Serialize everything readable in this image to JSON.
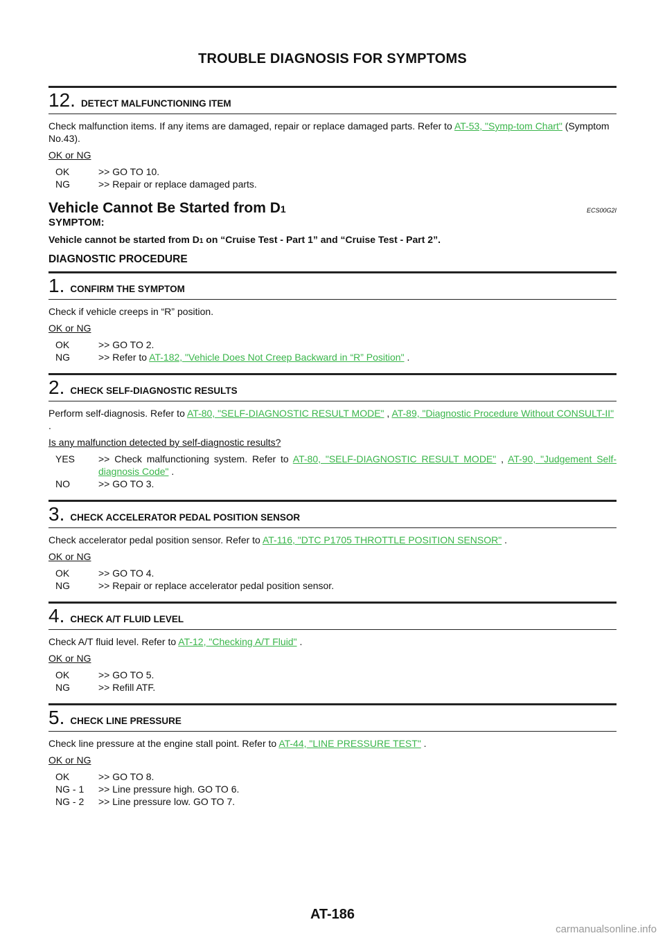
{
  "header": {
    "title": "TROUBLE DIAGNOSIS FOR SYMPTOMS"
  },
  "footer": {
    "page": "AT-186"
  },
  "watermark": "carmanualsonline.info",
  "step12": {
    "num": "12.",
    "title": "DETECT MALFUNCTIONING ITEM",
    "text_pre": "Check malfunction items. If any items are damaged, repair or replace damaged parts. Refer to ",
    "link": "AT-53, \"Symp-tom Chart\"",
    "text_post": " (Symptom No.43).",
    "question": "OK or NG",
    "options": [
      {
        "k": "OK",
        "v": ">> GO TO 10."
      },
      {
        "k": "NG",
        "v": ">> Repair or replace damaged parts."
      }
    ]
  },
  "section": {
    "title_pre": "Vehicle Cannot Be Started from D",
    "title_sub": "1",
    "code": "ECS00G2I",
    "symptom_label": "SYMPTOM:",
    "symptom_pre": "Vehicle cannot be started from D",
    "symptom_sub": "1",
    "symptom_post": " on “Cruise Test - Part 1” and “Cruise Test - Part 2”.",
    "procedure": "DIAGNOSTIC PROCEDURE"
  },
  "step1": {
    "num": "1.",
    "title": "CONFIRM THE SYMPTOM",
    "text": "Check if vehicle creeps in “R” position.",
    "question": "OK or NG",
    "ok": {
      "k": "OK",
      "v": ">> GO TO 2."
    },
    "ng": {
      "k": "NG",
      "v_pre": ">> Refer to ",
      "link": "AT-182, \"Vehicle Does Not Creep Backward in “R” Position\"",
      "v_post": " ."
    }
  },
  "step2": {
    "num": "2.",
    "title": "CHECK SELF-DIAGNOSTIC RESULTS",
    "text_pre": "Perform self-diagnosis. Refer to ",
    "link1": "AT-80, \"SELF-DIAGNOSTIC RESULT MODE\"",
    "sep": " , ",
    "link2": "AT-89, \"Diagnostic Procedure Without CONSULT-II\"",
    "text_post": " .",
    "question": "Is any malfunction detected by self-diagnostic results?",
    "yes": {
      "k": "YES",
      "v_pre": ">> Check malfunctioning system. Refer to ",
      "link1": "AT-80, \"SELF-DIAGNOSTIC RESULT MODE\"",
      "sep": " , ",
      "link2": "AT-90, \"Judgement Self-diagnosis Code\"",
      "v_post": " ."
    },
    "no": {
      "k": "NO",
      "v": ">> GO TO 3."
    }
  },
  "step3": {
    "num": "3.",
    "title": "CHECK ACCELERATOR PEDAL POSITION SENSOR",
    "text_pre": "Check accelerator pedal position sensor. Refer to ",
    "link": "AT-116, \"DTC P1705 THROTTLE POSITION SENSOR\"",
    "text_post": " .",
    "question": "OK or NG",
    "options": [
      {
        "k": "OK",
        "v": ">> GO TO 4."
      },
      {
        "k": "NG",
        "v": ">> Repair or replace accelerator pedal position sensor."
      }
    ]
  },
  "step4": {
    "num": "4.",
    "title": "CHECK A/T FLUID LEVEL",
    "text_pre": "Check A/T fluid level. Refer to ",
    "link": "AT-12, \"Checking A/T Fluid\"",
    "text_post": " .",
    "question": "OK or NG",
    "options": [
      {
        "k": "OK",
        "v": ">> GO TO 5."
      },
      {
        "k": "NG",
        "v": ">> Refill ATF."
      }
    ]
  },
  "step5": {
    "num": "5.",
    "title": "CHECK LINE PRESSURE",
    "text_pre": "Check line pressure at the engine stall point. Refer to ",
    "link": "AT-44, \"LINE PRESSURE TEST\"",
    "text_post": " .",
    "question": "OK or NG",
    "options": [
      {
        "k": "OK",
        "v": ">> GO TO 8."
      },
      {
        "k": "NG - 1",
        "v": ">> Line pressure high. GO TO 6."
      },
      {
        "k": "NG - 2",
        "v": ">> Line pressure low. GO TO 7."
      }
    ]
  }
}
